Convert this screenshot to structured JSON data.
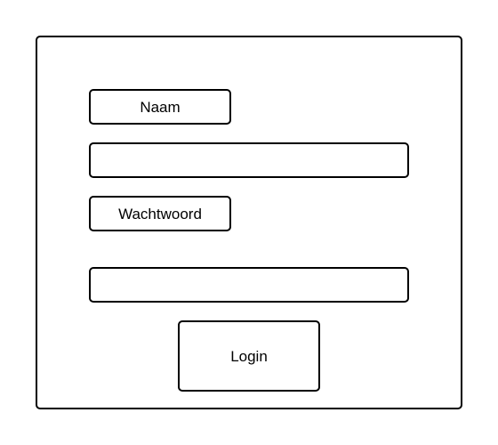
{
  "form": {
    "name_label": "Naam",
    "name_value": "",
    "password_label": "Wachtwoord",
    "password_value": "",
    "login_label": "Login"
  },
  "colors": {
    "stroke": "#000000",
    "background": "#ffffff"
  }
}
